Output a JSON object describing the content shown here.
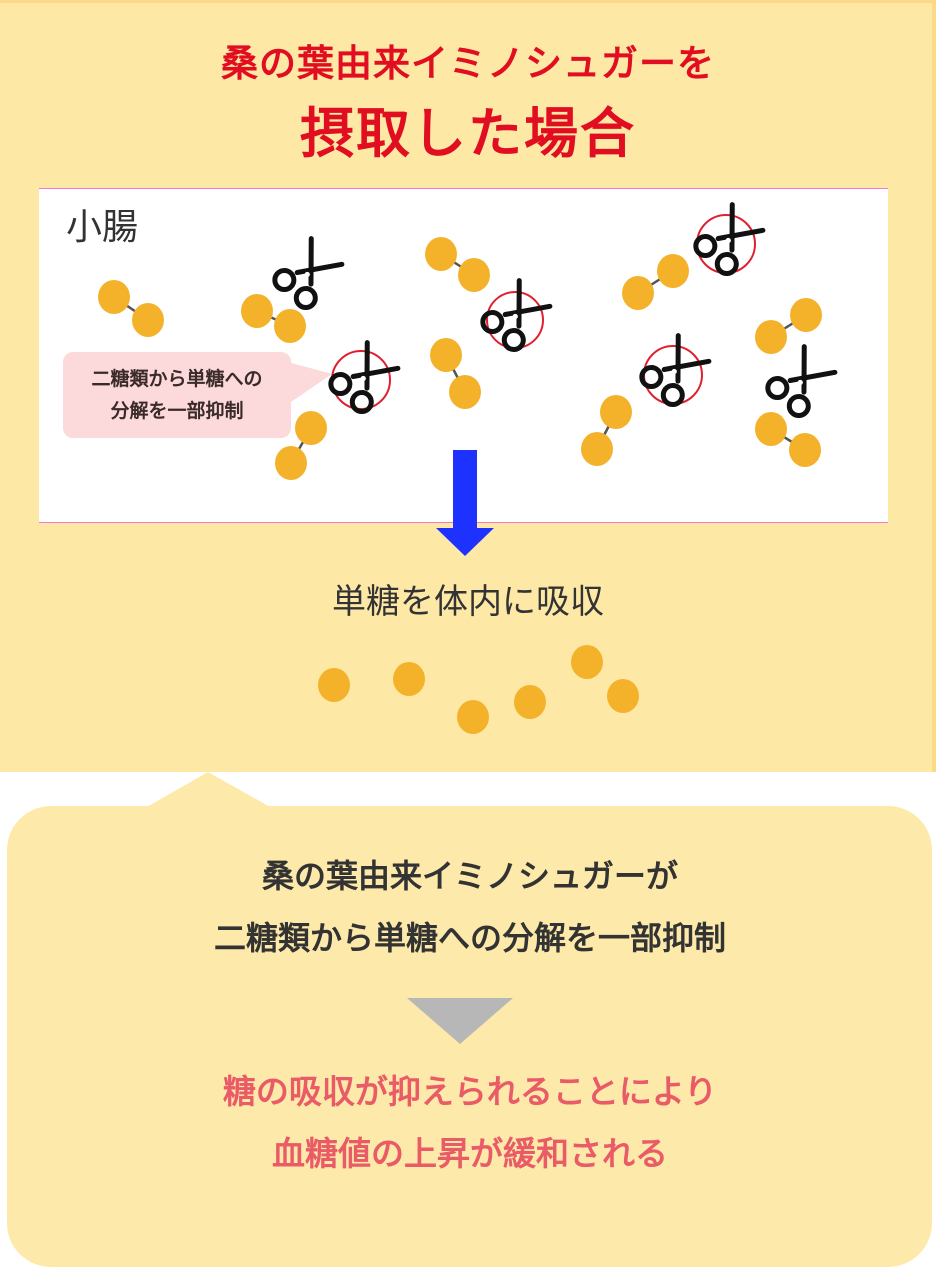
{
  "header": {
    "title_line1": "桑の葉由来イミノシュガーを",
    "title_line2": "摂取した場合"
  },
  "intestine": {
    "label": "小腸",
    "bubble_text": "二糖類から単糖への\n分解を一部抑制"
  },
  "absorption": {
    "label": "単糖を体内に吸収"
  },
  "summary": {
    "line1": "桑の葉由来イミノシュガーが",
    "line2": "二糖類から単糖への分解を一部抑制",
    "result_line1": "糖の吸収が抑えられることにより",
    "result_line2": "血糖値の上昇が緩和される"
  },
  "colors": {
    "panel_bg": "#fde8a6",
    "title_red": "#e00e20",
    "sugar_orange": "#f4b22b",
    "arrow_blue": "#1e32ff",
    "arrow_gray": "#b7b7b7",
    "result_pink": "#e95c67",
    "enzyme_circle": "#e02030"
  },
  "icons": {
    "scissors": "scissors-icon",
    "sugar": "sugar-molecule",
    "down_arrow": "down-arrow-icon"
  }
}
